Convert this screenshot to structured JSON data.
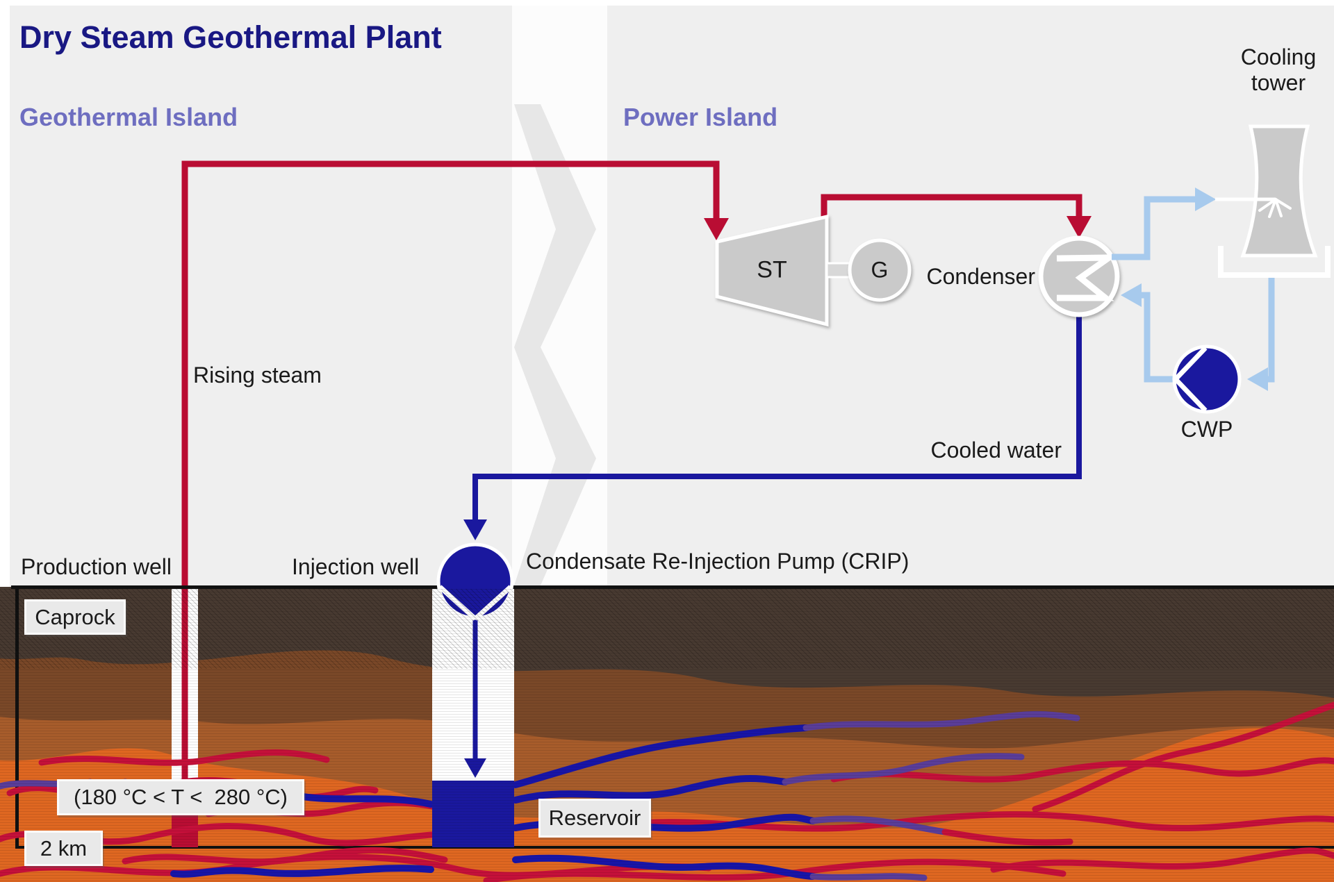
{
  "title": "Dry Steam Geothermal Plant",
  "sections": {
    "geothermal_island": "Geothermal Island",
    "power_island": "Power Island"
  },
  "equipment": {
    "turbine_label": "ST",
    "generator_label": "G",
    "condenser_label": "Condenser",
    "cooling_tower_label": "Cooling\ntower",
    "cwp_label": "CWP",
    "crip_label": "Condensate Re-Injection Pump (CRIP)"
  },
  "flows": {
    "rising_steam": "Rising steam",
    "cooled_water": "Cooled water"
  },
  "wells": {
    "production": "Production well",
    "injection": "Injection well"
  },
  "subsurface": {
    "caprock": "Caprock",
    "reservoir": "Reservoir",
    "temperature_range": "(180 °C < T <  280 °C)",
    "depth_scale": "2 km"
  },
  "colors": {
    "bg_gray": "#EFEFEF",
    "stripe_white": "#FCFCFC",
    "watermark_gray": "#E7E7E7",
    "title_navy": "#191883",
    "island_purple": "#6E6EC0",
    "steam_red": "#B90D33",
    "water_navy": "#1A189E",
    "cooling_blue": "#A7CAED",
    "equip_gray": "#CACACA",
    "text_black": "#1A1A1A",
    "caprock_brown": "#483A31",
    "rock_brown": "#7A4828",
    "rock_copper": "#A75C2B",
    "magma_orange": "#DF6721",
    "squiggle_red": "#C5103A",
    "squiggle_navy": "#1815A8",
    "squiggle_purple": "#5A3D99",
    "label_box": "#E9E9E9",
    "ground_black": "#111111"
  }
}
